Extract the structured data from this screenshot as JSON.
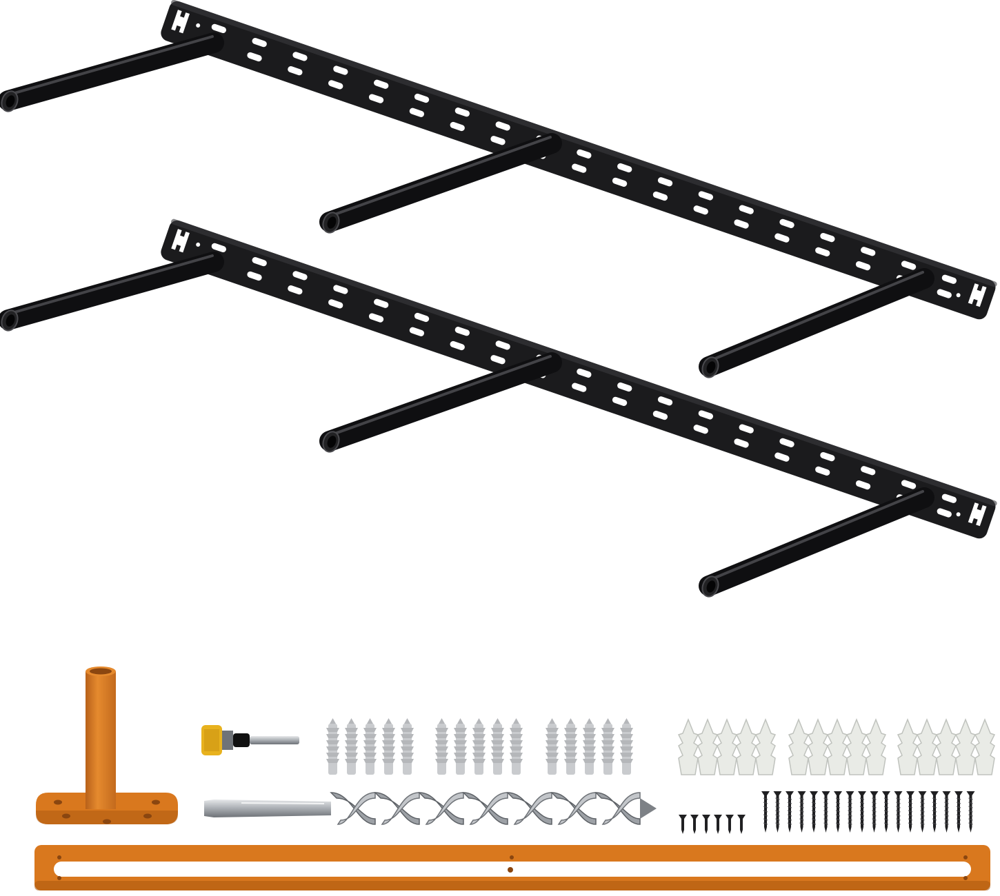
{
  "scene": {
    "background": "#ffffff",
    "colors": {
      "bracket": "#1b1b1d",
      "bracket_edge": "#3a3a3d",
      "rod_highlight": "#5a5a5e",
      "orange": "#d9781e",
      "orange_dark": "#a9570f",
      "silver": "#b9bcc0",
      "silver_dark": "#7d8186",
      "anchor_grey": "#c9cbce",
      "anchor_white": "#e9ebe6",
      "screw": "#202022",
      "router_bit_yellow": "#e8b21e"
    },
    "items": {
      "brackets": {
        "count": 2,
        "rods_per_bracket": 3,
        "slot_rows": 2
      },
      "drill_guide": {
        "count": 1
      },
      "router_bit": {
        "count": 1
      },
      "auger_drill_bit": {
        "count": 1
      },
      "plastic_anchors": {
        "groups": 3,
        "per_group": 5
      },
      "drywall_anchors": {
        "groups": 3,
        "per_group": 5
      },
      "short_screws": {
        "count": 6
      },
      "long_screws": {
        "count": 18
      },
      "template_ruler": {
        "count": 1
      }
    }
  }
}
